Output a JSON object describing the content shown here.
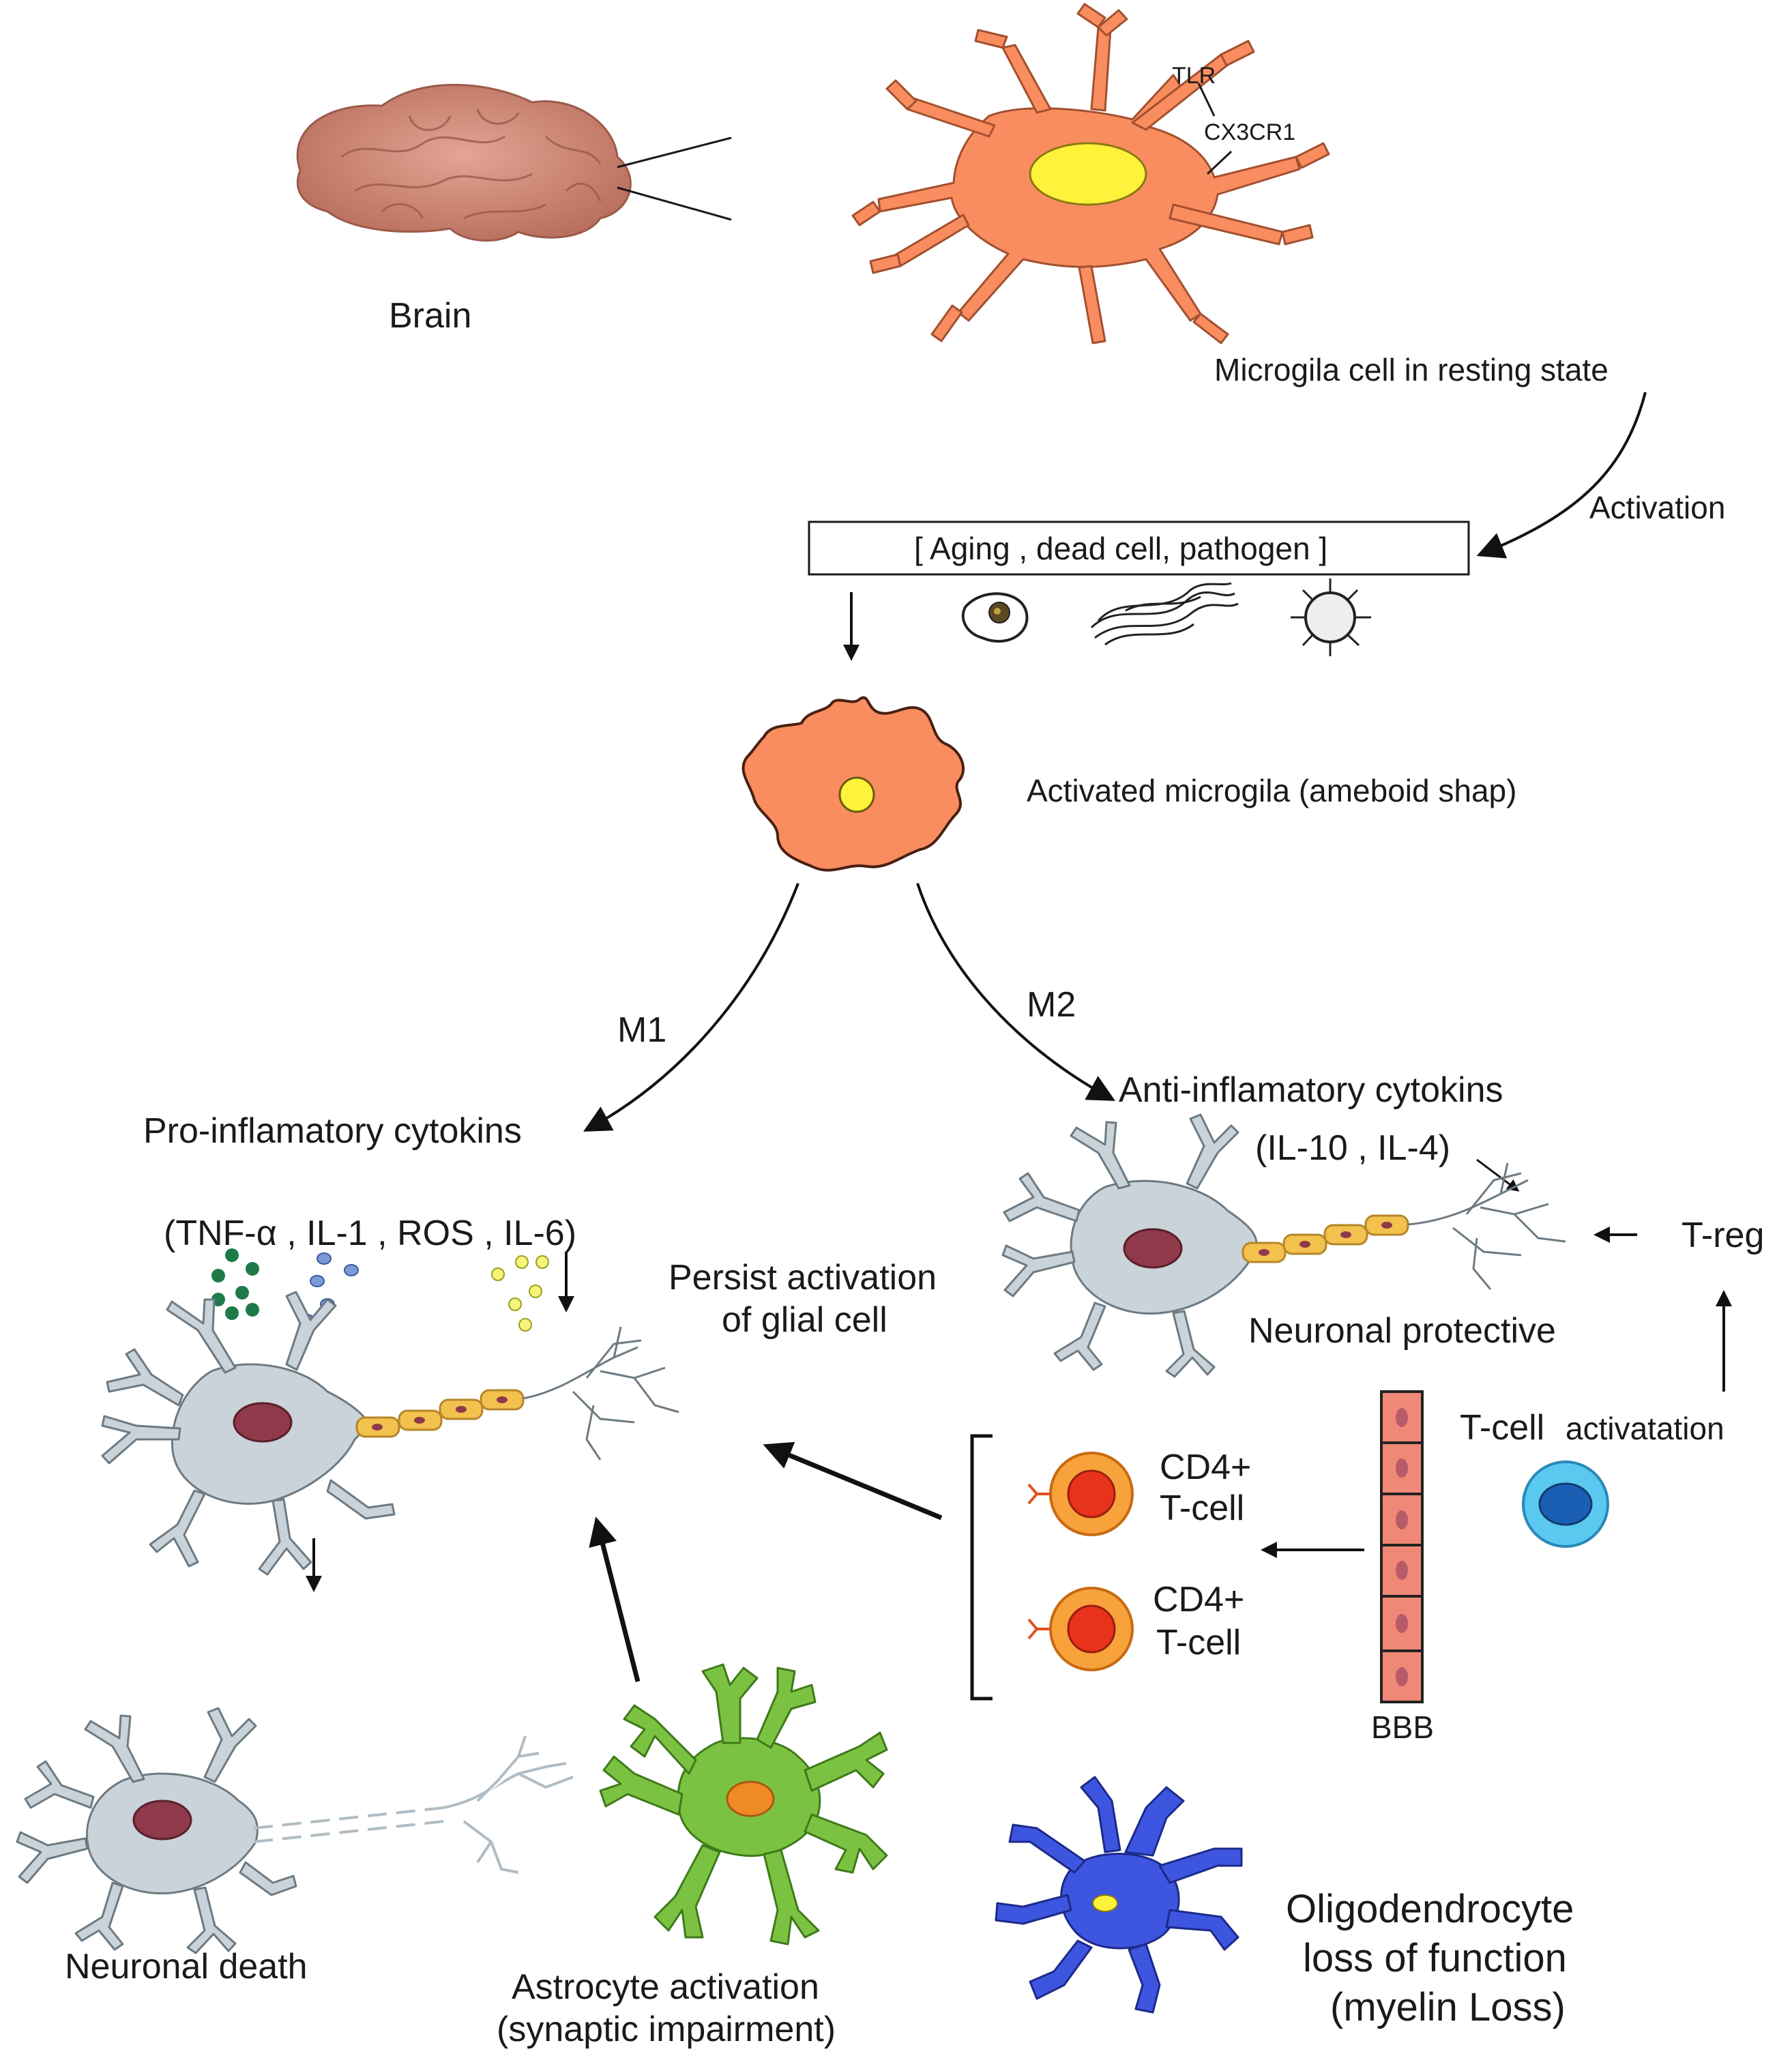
{
  "labels": {
    "brain": "Brain",
    "tlr": "TLR",
    "cx3cr1": "CX3CR1",
    "resting": "Microgila cell in resting  state",
    "activation": "Activation",
    "triggers": "[ Aging , dead cell,  pathogen ]",
    "activated": "Activated microgila (ameboid shap)",
    "m1": "M1",
    "m2": "M2",
    "pro_inflam": "Pro-inflamatory  cytokins",
    "anti_inflam": "Anti-inflamatory  cytokins",
    "pro_list": "(TNF-α ,  IL-1 , ROS , IL-6)",
    "anti_list": "(IL-10 , IL-4)",
    "persist_1": "Persist activation",
    "persist_2": "of glial cell",
    "neuronal_protective": "Neuronal protective",
    "treg": "T-reg",
    "tcell_activation_big": "T-cell",
    "tcell_activation_small": "activatation",
    "cd4_a_1": "CD4+",
    "cd4_a_2": "T-cell",
    "cd4_b_1": "CD4+",
    "cd4_b_2": "T-cell",
    "bbb": "BBB",
    "neuronal_death": "Neuronal death",
    "astro_1": "Astrocyte activation",
    "astro_2": "(synaptic impairment)",
    "oligo_1": "Oligodendrocyte",
    "oligo_2": "loss of function",
    "oligo_3": "(myelin Loss)"
  },
  "colors": {
    "microglia": "#f98d60",
    "nucleus_yellow": "#fff23a",
    "neuron_body": "#c9d3d9",
    "neuron_nucleus": "#8e3a4a",
    "myelin": "#f2c14e",
    "astrocyte": "#7cc242",
    "astro_nucleus": "#f08a24",
    "oligodendrocyte": "#3e55e0",
    "tcell_outer": "#f7a23b",
    "tcell_inner": "#e8321c",
    "treg_outer": "#5bc8f0",
    "treg_inner": "#1a5fb4",
    "bbb": "#f08878",
    "brain": "#d28a76"
  }
}
